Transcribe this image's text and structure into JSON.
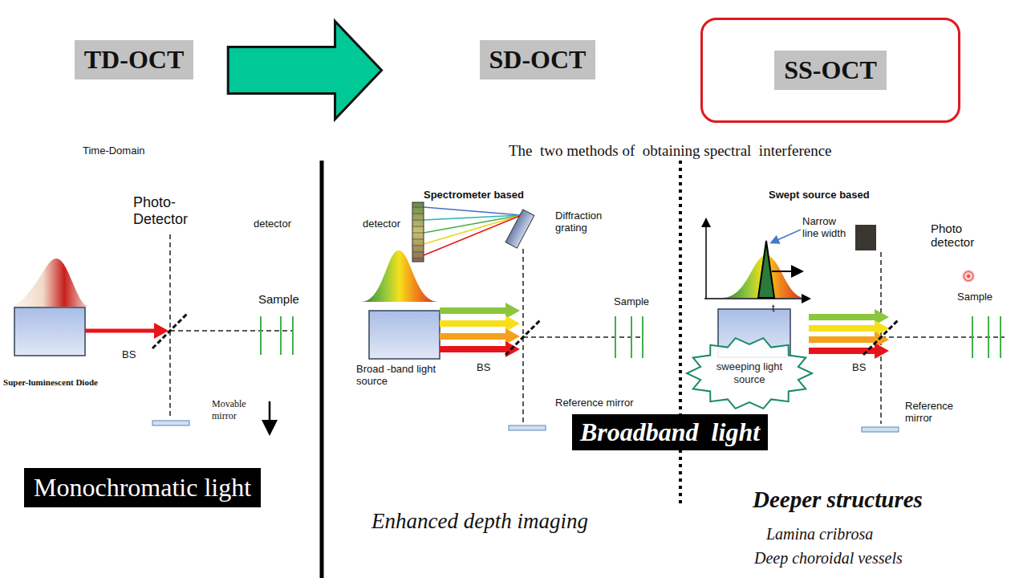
{
  "diagram": {
    "nodes": [
      {
        "text": [
          "TD-OCT"
        ]
      },
      {
        "text": [
          "SD-OCT"
        ]
      },
      {
        "text": [
          "SS-OCT"
        ]
      },
      {
        "text": [
          "Monochromatic light"
        ]
      },
      {
        "text": [
          "Broadband  light"
        ]
      },
      {
        "text": [
          "sweeping light source"
        ]
      }
    ],
    "edges": [
      {
        "from": 0,
        "to": 1,
        "arrow": "to"
      }
    ],
    "labels": [
      "Time-Domain",
      "The  two methods of  obtaining spectral  interference",
      "Photo-Detector",
      "detector",
      "Super-luminescent Diode",
      "BS",
      "Sample",
      "Movable mirror",
      "Spectrometer based",
      "detector",
      "Diffraction grating",
      "Sample",
      "Broad -band light source",
      "BS",
      "Reference mirror",
      "Enhanced depth imaging",
      "Swept source based",
      "Narrow line width",
      "t",
      "Photo detector",
      "Sample",
      "BS",
      "Reference mirror",
      "Deeper structures",
      "Lamina cribrosa",
      "Deep choroidal vessels"
    ]
  }
}
